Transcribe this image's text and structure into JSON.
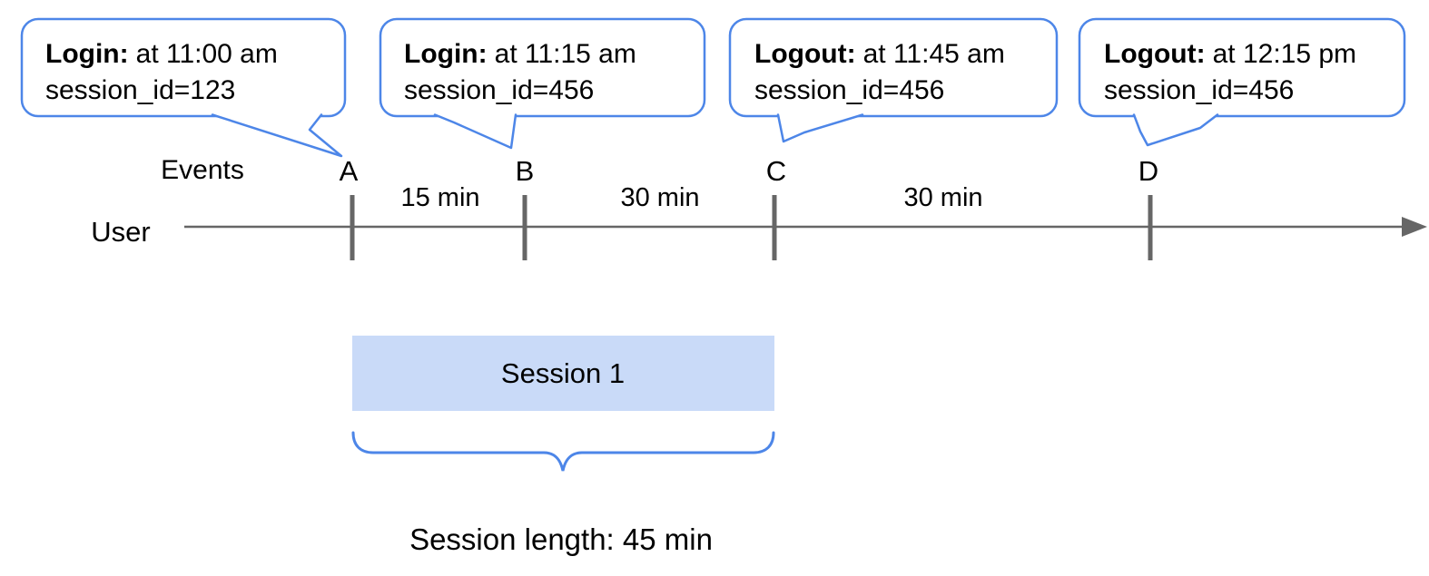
{
  "callouts": [
    {
      "event": "A",
      "label": "Login:",
      "detail": "at 11:00 am",
      "session_line": "session_id=123"
    },
    {
      "event": "B",
      "label": "Login:",
      "detail": "at 11:15 am",
      "session_line": "session_id=456"
    },
    {
      "event": "C",
      "label": "Logout:",
      "detail": "at 11:45 am",
      "session_line": "session_id=456"
    },
    {
      "event": "D",
      "label": "Logout:",
      "detail": "at 12:15 pm",
      "session_line": "session_id=456"
    }
  ],
  "timeline": {
    "events_label": "Events",
    "row_label": "User",
    "event_markers": [
      "A",
      "B",
      "C",
      "D"
    ],
    "intervals": [
      "15 min",
      "30 min",
      "30 min"
    ]
  },
  "session": {
    "label": "Session 1",
    "length_caption": "Session length: 45 min"
  },
  "colors": {
    "accent_blue": "#4d86e8",
    "session_fill": "#c9daf8",
    "line_gray": "#666666",
    "text_black": "#000000"
  }
}
